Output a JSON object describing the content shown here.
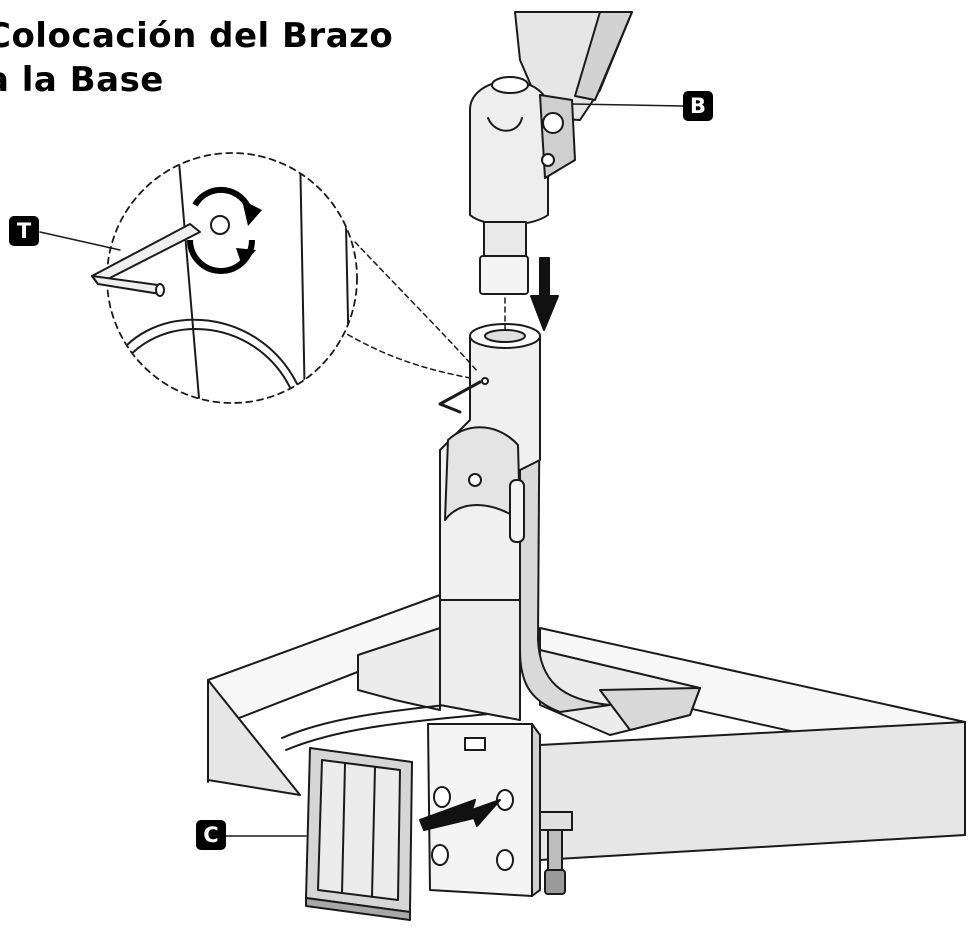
{
  "title": {
    "line1": "Colocación del Brazo",
    "line2": "a la Base"
  },
  "callouts": {
    "arm": "B",
    "tool": "T",
    "cover": "C"
  },
  "icons": {
    "rotate": "rotate-arrows-icon",
    "insert_down": "down-arrow-icon",
    "insert_right": "right-arrow-icon"
  },
  "colors": {
    "line": "#1a1a1a",
    "fill_light": "#f2f2f2",
    "fill_shade": "#d4d4d4",
    "callout_bg": "#000000",
    "callout_text": "#ffffff"
  }
}
